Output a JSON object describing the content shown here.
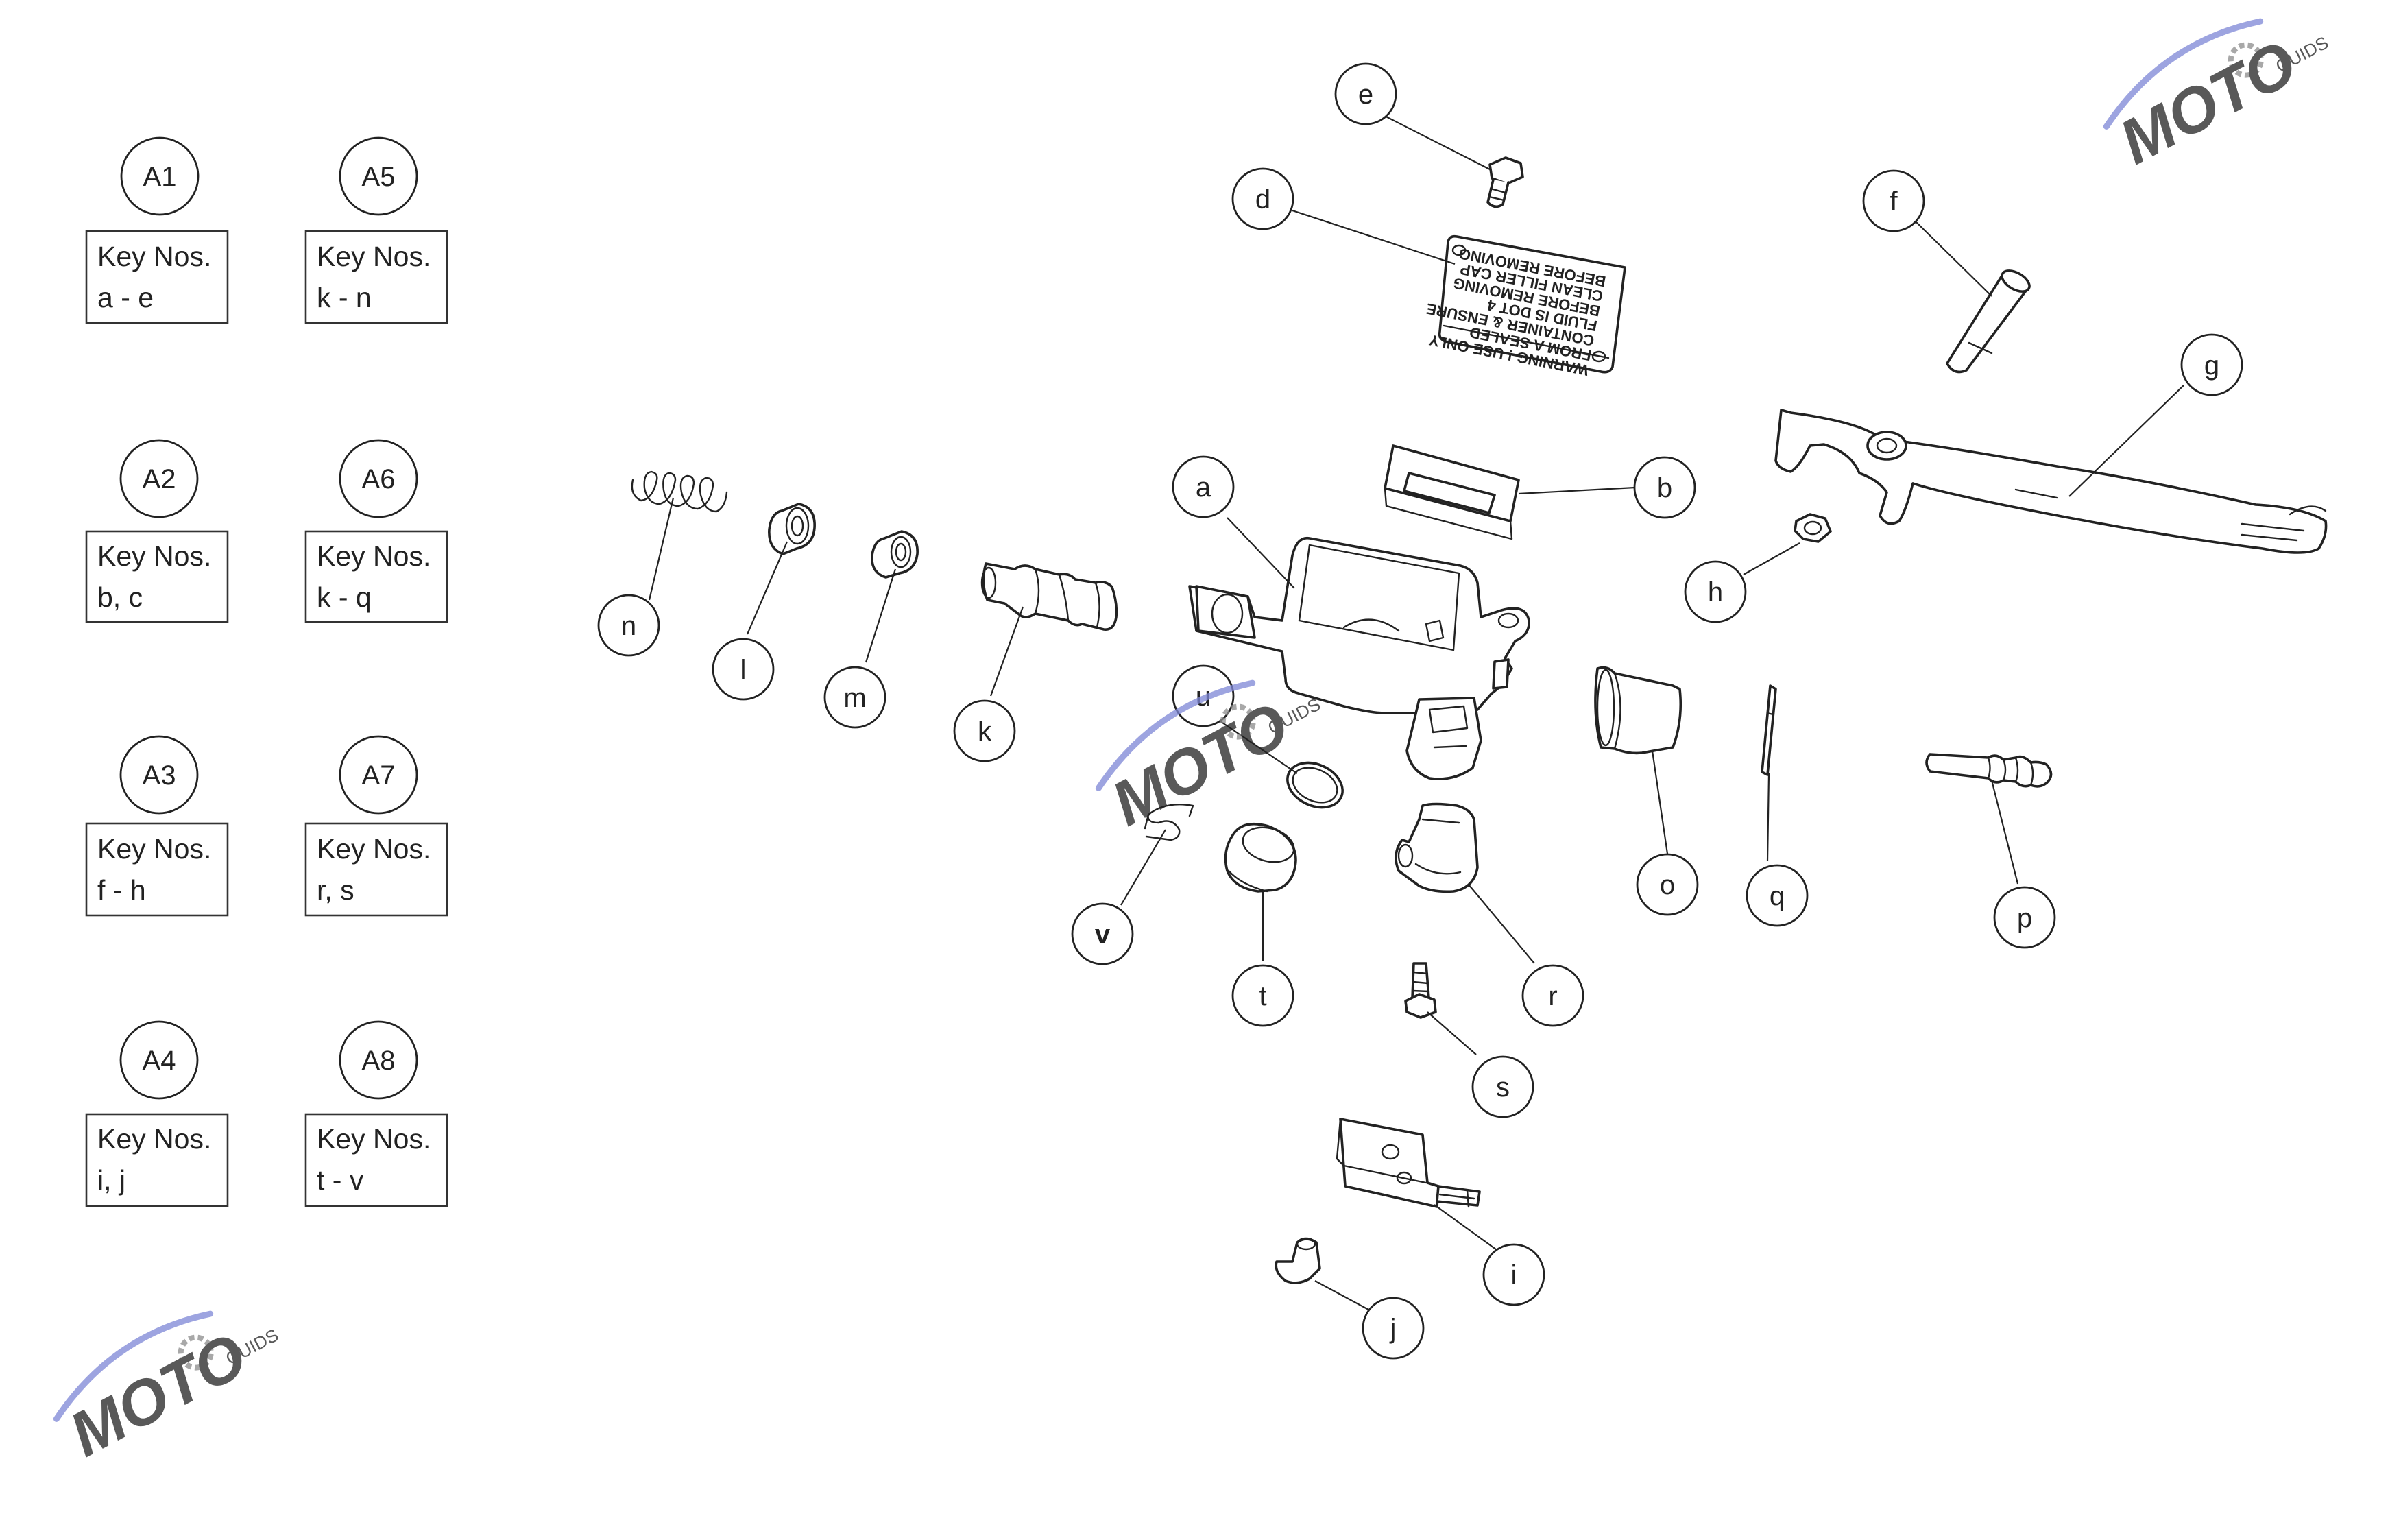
{
  "kits": [
    {
      "id": "A1",
      "key_label": "Key Nos.",
      "keys": "a - e"
    },
    {
      "id": "A2",
      "key_label": "Key Nos.",
      "keys": "b, c"
    },
    {
      "id": "A3",
      "key_label": "Key Nos.",
      "keys": "f - h"
    },
    {
      "id": "A4",
      "key_label": "Key Nos.",
      "keys": "i, j"
    },
    {
      "id": "A5",
      "key_label": "Key Nos.",
      "keys": "k - n"
    },
    {
      "id": "A6",
      "key_label": "Key Nos.",
      "keys": "k - q"
    },
    {
      "id": "A7",
      "key_label": "Key Nos.",
      "keys": "r, s"
    },
    {
      "id": "A8",
      "key_label": "Key Nos.",
      "keys": "t - v"
    }
  ],
  "callouts": [
    "a",
    "b",
    "d",
    "e",
    "f",
    "g",
    "h",
    "i",
    "j",
    "k",
    "l",
    "m",
    "n",
    "o",
    "p",
    "q",
    "r",
    "s",
    "t",
    "u",
    "v"
  ],
  "reservoir_cap_label": {
    "lines": [
      "WARNING ! USE ONLY",
      "FROM A SEALED",
      "CONTAINER & ENSURE",
      "FLUID IS DOT 4",
      "BEFORE REMOVING",
      "CLEAN FILLER CAP",
      "BEFORE REMOVING"
    ]
  },
  "watermark": {
    "logo_text": "MOTO",
    "tagline": "GUIDS"
  },
  "colors": {
    "line": "#222222",
    "watermark_red": "#e04848",
    "watermark_blue": "#7d86d6",
    "watermark_gray": "#8c8c8c"
  }
}
